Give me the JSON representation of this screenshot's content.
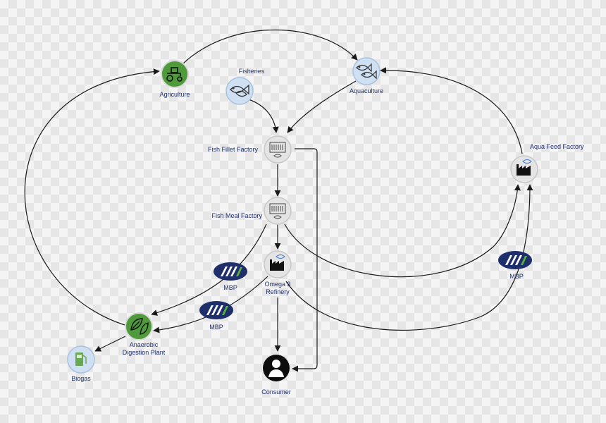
{
  "nodes": {
    "agriculture": {
      "label": "Agriculture",
      "icon": "tractor-icon"
    },
    "fisheries": {
      "label": "Fisheries",
      "icon": "fish-icon"
    },
    "aquaculture": {
      "label": "Aquaculture",
      "icon": "fish-school-icon"
    },
    "fish_fillet_factory": {
      "label": "Fish Fillet Factory",
      "icon": "processing-machine-icon"
    },
    "fish_meal_factory": {
      "label": "Fish Meal Factory",
      "icon": "processing-machine-icon"
    },
    "aqua_feed_factory": {
      "label": "Aqua Feed Factory",
      "icon": "factory-icon"
    },
    "omega3_refinery": {
      "label_line1": "Omega 3",
      "label_line2": "Refinery",
      "icon": "factory-icon"
    },
    "anaerobic_digestion_plant": {
      "label_line1": "Anaerobic",
      "label_line2": "Digestion Plant",
      "icon": "leaves-icon"
    },
    "biogas": {
      "label": "Biogas",
      "icon": "fuel-pump-icon"
    },
    "consumer": {
      "label": "Consumer",
      "icon": "person-icon"
    }
  },
  "mbp_badges": [
    {
      "label": "MBP"
    },
    {
      "label": "MBP"
    },
    {
      "label": "MBP"
    }
  ],
  "colors": {
    "agriculture_fill": "#4f9a3a",
    "anaerobic_fill": "#4f9a3a",
    "aquaculture_fill": "#cfe0f3",
    "factory_fill": "#e4e4e4",
    "mbp_fill": "#1f2f6b",
    "mbp_accent": "#58b13f",
    "label_color": "#1f2f6b"
  }
}
